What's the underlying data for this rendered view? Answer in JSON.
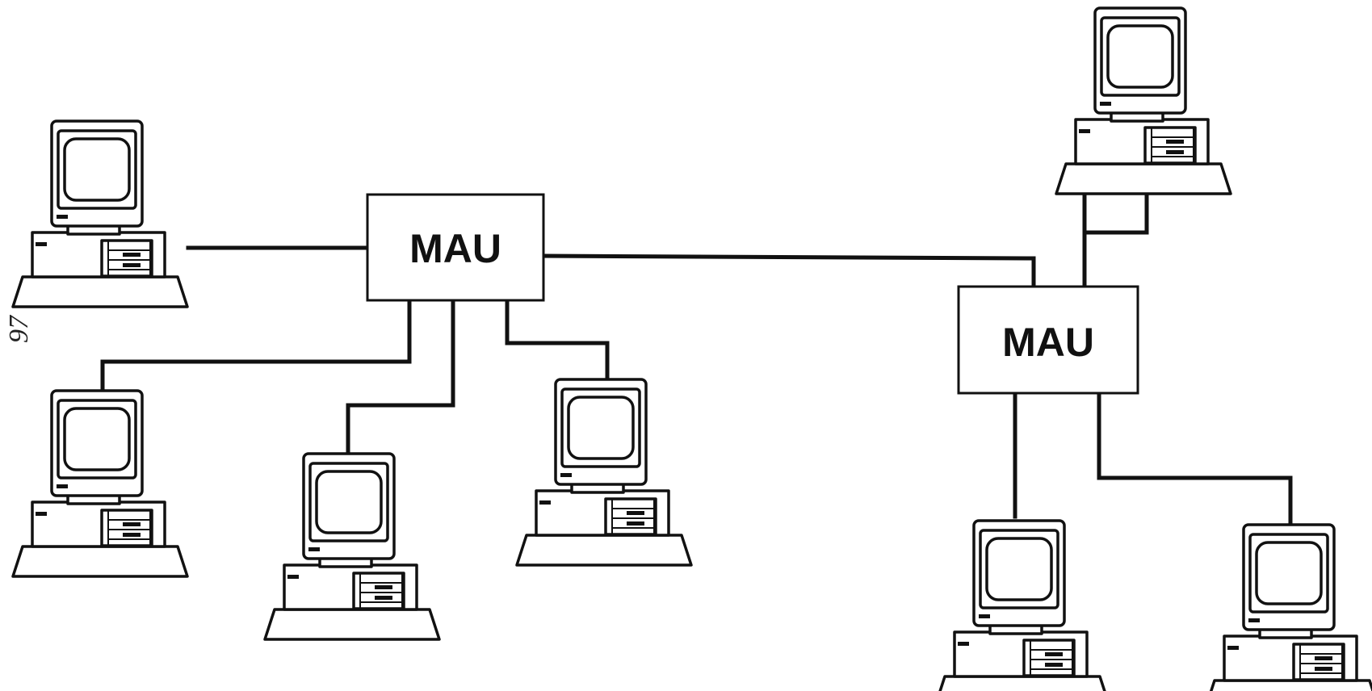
{
  "diagram": {
    "hubs": [
      {
        "id": "mau-left",
        "label": "MAU"
      },
      {
        "id": "mau-right",
        "label": "MAU"
      }
    ],
    "workstations": [
      {
        "id": "pc-1",
        "connected_to": "mau-left"
      },
      {
        "id": "pc-2",
        "connected_to": "mau-left"
      },
      {
        "id": "pc-3",
        "connected_to": "mau-left"
      },
      {
        "id": "pc-4",
        "connected_to": "mau-left"
      },
      {
        "id": "pc-5",
        "connected_to": "mau-right"
      },
      {
        "id": "pc-6",
        "connected_to": "mau-right"
      },
      {
        "id": "pc-7",
        "connected_to": "mau-right"
      }
    ],
    "links": [
      {
        "from": "mau-left",
        "to": "mau-right"
      }
    ],
    "margin_note": "97"
  },
  "colors": {
    "line": "#111111",
    "background": "#ffffff"
  }
}
